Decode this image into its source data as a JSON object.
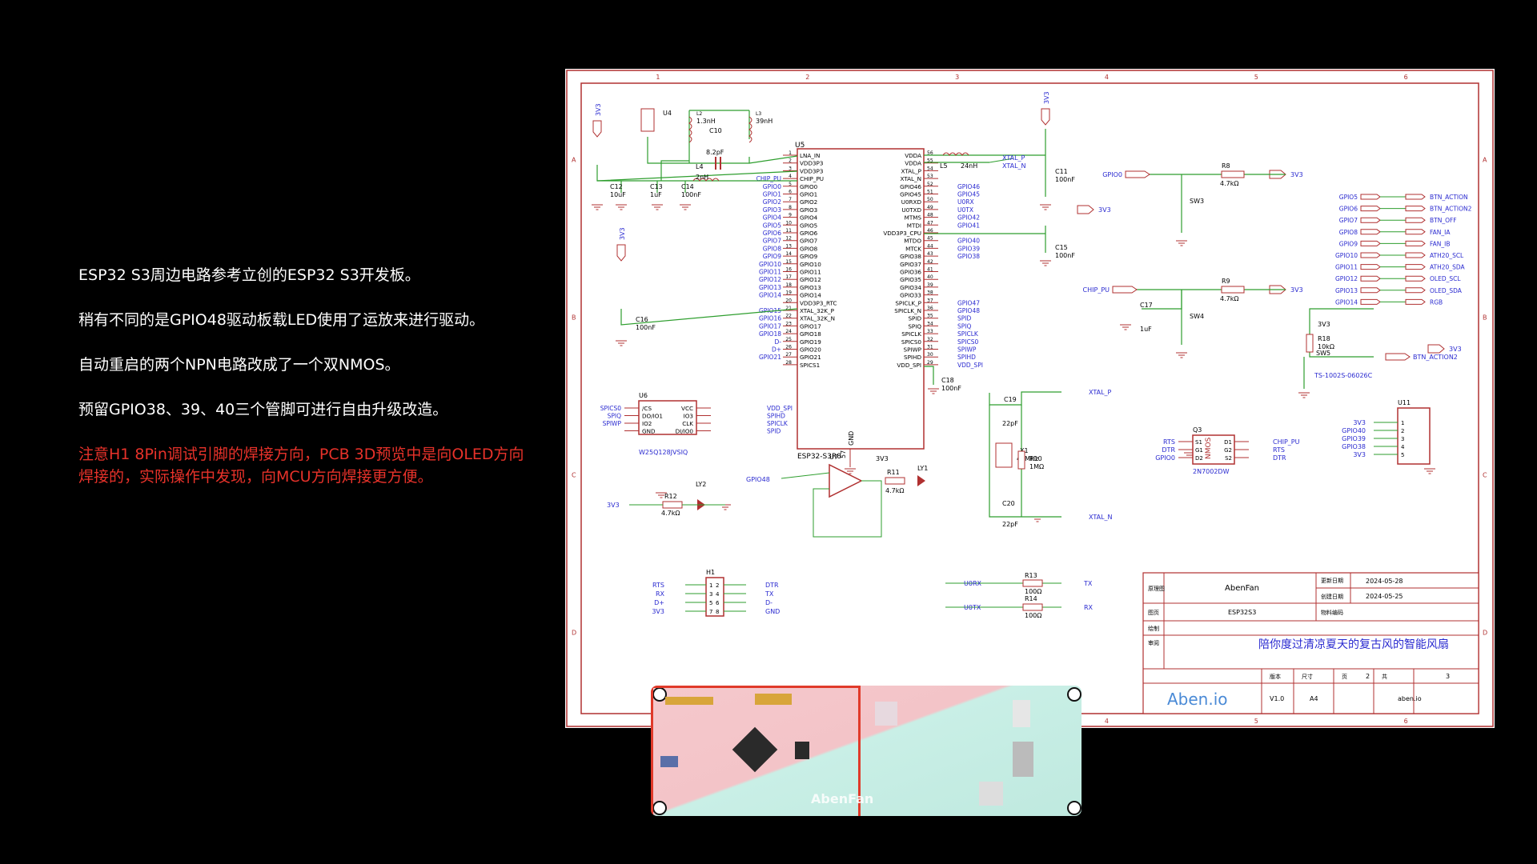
{
  "notes": [
    "ESP32 S3周边电路参考立创的ESP32 S3开发板。",
    "稍有不同的是GPIO48驱动板载LED使用了运放来进行驱动。",
    "自动重启的两个NPN电路改成了一个双NMOS。",
    "预留GPIO38、39、40三个管脚可进行自由升级改造。",
    "注意H1 8Pin调试引脚的焊接方向，PCB 3D预览中是向OLED方向焊接的，实际操作中发现，向MCU方向焊接更方便。"
  ],
  "colors": {
    "background": "#000000",
    "warn": "#e8322a",
    "wire": "#2e9e2e",
    "part": "#b03030",
    "netlabel": "#2a2ad0"
  },
  "schematic": {
    "u5": {
      "ref": "U5",
      "part": "ESP32-S3R8",
      "left_pins": [
        "LNA_IN",
        "VDD3P3",
        "VDD3P3",
        "CHIP_PU",
        "GPIO0",
        "GPIO1",
        "GPIO2",
        "GPIO3",
        "GPIO4",
        "GPIO5",
        "GPIO6",
        "GPIO7",
        "GPIO8",
        "GPIO9",
        "GPIO10",
        "GPIO11",
        "GPIO12",
        "GPIO13",
        "GPIO14",
        "VDD3P3_RTC",
        "XTAL_32K_P",
        "XTAL_32K_N",
        "GPIO17",
        "GPIO18",
        "GPIO19",
        "GPIO20",
        "GPIO21",
        "SPICS1"
      ],
      "right_pins": [
        "VDDA",
        "VDDA",
        "XTAL_P",
        "XTAL_N",
        "GPIO46",
        "GPIO45",
        "U0RXD",
        "U0TXD",
        "MTMS",
        "MTDI",
        "VDD3P3_CPU",
        "MTDO",
        "MTCK",
        "GPIO38",
        "GPIO37",
        "GPIO36",
        "GPIO35",
        "GPIO34",
        "GPIO33",
        "SPICLK_P",
        "SPICLK_N",
        "SPID",
        "SPIQ",
        "SPICLK",
        "SPICS0",
        "SPIWP",
        "SPIHD",
        "VDD_SPI"
      ],
      "left_nets": [
        "",
        "",
        "",
        "CHIP_PU",
        "GPIO0",
        "GPIO1",
        "GPIO2",
        "GPIO3",
        "GPIO4",
        "GPIO5",
        "GPIO6",
        "GPIO7",
        "GPIO8",
        "GPIO9",
        "GPIO10",
        "GPIO11",
        "GPIO12",
        "GPIO13",
        "GPIO14",
        "",
        "GPIO15",
        "GPIO16",
        "GPIO17",
        "GPIO18",
        "D-",
        "D+",
        "GPIO21",
        ""
      ],
      "right_nets": [
        "",
        "",
        "XTAL_P",
        "XTAL_N",
        "GPIO46",
        "GPIO45",
        "U0RX",
        "U0TX",
        "GPIO42",
        "GPIO41",
        "",
        "GPIO40",
        "GPIO39",
        "GPIO38",
        "",
        "",
        "",
        "",
        "",
        "GPIO47",
        "GPIO48",
        "SPID",
        "SPIQ",
        "SPICLK",
        "SPICS0",
        "SPIWP",
        "SPIHD",
        "VDD_SPI"
      ],
      "left_nums": [
        "1",
        "2",
        "3",
        "4",
        "5",
        "6",
        "7",
        "8",
        "9",
        "10",
        "11",
        "12",
        "13",
        "14",
        "15",
        "16",
        "17",
        "18",
        "19",
        "20",
        "21",
        "22",
        "23",
        "24",
        "25",
        "26",
        "27",
        "28"
      ],
      "right_nums": [
        "56",
        "55",
        "54",
        "53",
        "52",
        "51",
        "50",
        "49",
        "48",
        "47",
        "46",
        "45",
        "44",
        "43",
        "42",
        "41",
        "40",
        "39",
        "38",
        "37",
        "36",
        "35",
        "34",
        "33",
        "32",
        "31",
        "30",
        "29"
      ],
      "gnd_pin": "57",
      "gnd_label": "GND"
    },
    "components": [
      {
        "ref": "U4"
      },
      {
        "ref": "L2",
        "value": "1.3nH"
      },
      {
        "ref": "L3",
        "value": "39nH"
      },
      {
        "ref": "C10",
        "value": "8.2pF"
      },
      {
        "ref": "L4",
        "value": "2nH"
      },
      {
        "ref": "C12",
        "value": "10uF"
      },
      {
        "ref": "C13",
        "value": "1uF"
      },
      {
        "ref": "C14",
        "value": "100nF"
      },
      {
        "ref": "C16",
        "value": "100nF"
      },
      {
        "ref": "L5",
        "value": "24nH"
      },
      {
        "ref": "C11",
        "value": "100nF"
      },
      {
        "ref": "C15",
        "value": "100nF"
      },
      {
        "ref": "C18",
        "value": "100nF"
      },
      {
        "ref": "R8",
        "value": "4.7kΩ"
      },
      {
        "ref": "SW3"
      },
      {
        "ref": "R9",
        "value": "4.7kΩ"
      },
      {
        "ref": "C17",
        "value": "1uF"
      },
      {
        "ref": "SW4"
      },
      {
        "ref": "R18",
        "value": "10kΩ"
      },
      {
        "ref": "SW5"
      },
      {
        "ref": "C19",
        "value": "22pF"
      },
      {
        "ref": "X1",
        "value": "40MHz"
      },
      {
        "ref": "R10",
        "value": "1MΩ"
      },
      {
        "ref": "C20",
        "value": "22pF"
      },
      {
        "ref": "U7"
      },
      {
        "ref": "R11",
        "value": "4.7kΩ"
      },
      {
        "ref": "LY1"
      },
      {
        "ref": "R12",
        "value": "4.7kΩ"
      },
      {
        "ref": "LY2"
      },
      {
        "ref": "R13",
        "value": "100Ω"
      },
      {
        "ref": "R14",
        "value": "100Ω"
      },
      {
        "ref": "H1"
      },
      {
        "ref": "U11"
      },
      {
        "ref": "Q3"
      }
    ],
    "power_label": "3V3",
    "sw5_part": "TS-1002S-06026C",
    "u6": {
      "ref": "U6",
      "part": "W25Q128JVSIQ",
      "left_pins": [
        "/CS",
        "DO/IO1",
        "IO2",
        "GND"
      ],
      "right_pins": [
        "VCC",
        "IO3",
        "CLK",
        "DI/IO0"
      ],
      "left_nets": [
        "SPICS0",
        "SPIQ",
        "SPIWP",
        ""
      ],
      "right_nets": [
        "VDD_SPI",
        "SPIHD",
        "SPICLK",
        "SPID"
      ]
    },
    "q3": {
      "part": "2N7002DW",
      "pins": [
        "S1",
        "G1",
        "D2",
        "D1",
        "G2",
        "S2"
      ],
      "left_nets": [
        "RTS",
        "DTR",
        "GPIO0"
      ],
      "right_nets": [
        "CHIP_PU",
        "RTS",
        "DTR"
      ],
      "body": "NMOS"
    },
    "u11": {
      "pins": [
        "1",
        "2",
        "3",
        "4",
        "5"
      ],
      "nets": [
        "3V3",
        "GPIO40",
        "GPIO39",
        "GPIO38",
        "3V3"
      ]
    },
    "h1": {
      "left_nets": [
        "RTS",
        "RX",
        "D+",
        "3V3"
      ],
      "right_nets": [
        "DTR",
        "TX",
        "D-",
        "GND"
      ],
      "left_nums": [
        "1",
        "3",
        "5",
        "7"
      ],
      "right_nums": [
        "2",
        "4",
        "6",
        "8"
      ]
    },
    "gpio_map": [
      [
        "GPIO5",
        "BTN_ACTION"
      ],
      [
        "GPIO6",
        "BTN_ACTION2"
      ],
      [
        "GPIO7",
        "BTN_OFF"
      ],
      [
        "GPIO8",
        "FAN_IA"
      ],
      [
        "GPIO9",
        "FAN_IB"
      ],
      [
        "GPIO10",
        "ATH20_SCL"
      ],
      [
        "GPIO11",
        "ATH20_SDA"
      ],
      [
        "GPIO12",
        "OLED_SCL"
      ],
      [
        "GPIO13",
        "OLED_SDA"
      ],
      [
        "GPIO14",
        "RGB"
      ]
    ],
    "nets": {
      "gpio0": "GPIO0",
      "chip_pu": "CHIP_PU",
      "btn_action2": "BTN_ACTION2",
      "xtal_p": "XTAL_P",
      "xtal_n": "XTAL_N",
      "gpio48": "GPIO48",
      "u0rx": "U0RX",
      "u0tx": "U0TX",
      "tx": "TX",
      "rx": "RX"
    },
    "zone_numbers": [
      "1",
      "2",
      "3",
      "4",
      "5",
      "6"
    ],
    "zone_letters": [
      "A",
      "B",
      "C",
      "D"
    ],
    "title_block": {
      "drawing_label": "原理图",
      "designer": "AbenFan",
      "update_label": "更新日期",
      "update_date": "2024-05-28",
      "create_label": "创建日期",
      "create_date": "2024-05-25",
      "sheet_label": "图页",
      "sheet_name": "ESP32S3",
      "material_label": "物料编码",
      "draw_label": "绘制",
      "review_label": "审阅",
      "project_title": "陪你度过清凉夏天的复古风的智能风扇",
      "version_label": "版本",
      "size_label": "尺寸",
      "page_label": "页",
      "total_label": "共",
      "version": "V1.0",
      "size": "A4",
      "page": "2",
      "total": "3",
      "logo": "Aben.io",
      "site": "aben.io"
    }
  },
  "pcb": {
    "silk_logo": "AbenFan"
  }
}
